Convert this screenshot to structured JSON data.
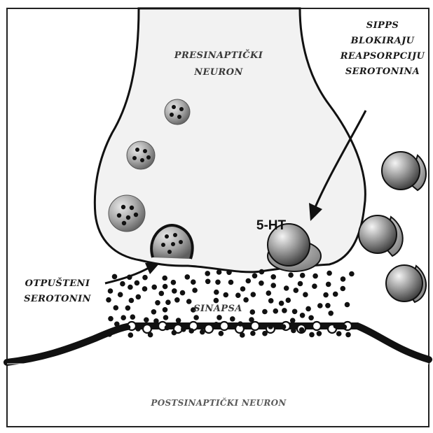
{
  "labels": {
    "presynaptic_line1": "PRESINAPTIČKI",
    "presynaptic_line2": "NEURON",
    "sipps_line1": "SIPPS",
    "sipps_line2": "BLOKIRAJU",
    "sipps_line3": "REAPSORPCIJU",
    "sipps_line4": "SEROTONINA",
    "ht": "5-HT",
    "released_line1": "OTPUŠTENI",
    "released_line2": "SEROTONIN",
    "synapse": "SINAPSA",
    "postsynaptic": "POSTSINAPTIČKI NEURON"
  },
  "colors": {
    "membrane": "#111111",
    "presynaptic_fill": "#f2f2f2",
    "vesicle": "#9a9a9a",
    "serotonin_dot": "#111111"
  }
}
